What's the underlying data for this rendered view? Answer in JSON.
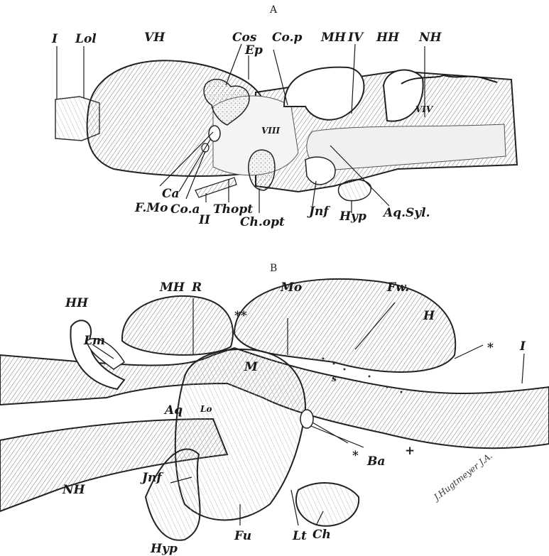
{
  "panels": [
    {
      "letter": "A",
      "labels": [
        "I",
        "Lol",
        "VH",
        "Cos",
        "Ep",
        "Co.p",
        "MH",
        "IV",
        "HH",
        "NH",
        "VIII",
        "VIV",
        "F.Mo",
        "Ca",
        "Co.a",
        "II",
        "Thopt",
        "Ch.opt",
        "Jnf",
        "Hyp",
        "Aq.Syl."
      ]
    },
    {
      "letter": "B",
      "labels": [
        "HH",
        "Lm",
        "MH",
        "R",
        "**",
        "Mo",
        "Fw.",
        "H",
        "*",
        "I",
        "M",
        "Aq",
        "Lo",
        "s",
        "*",
        "Ba",
        "+",
        "Jnf",
        "NH",
        "Fu",
        "Lt",
        "Ch",
        "Hyp"
      ]
    }
  ],
  "signature": "J.Hugtmeyer J.A."
}
